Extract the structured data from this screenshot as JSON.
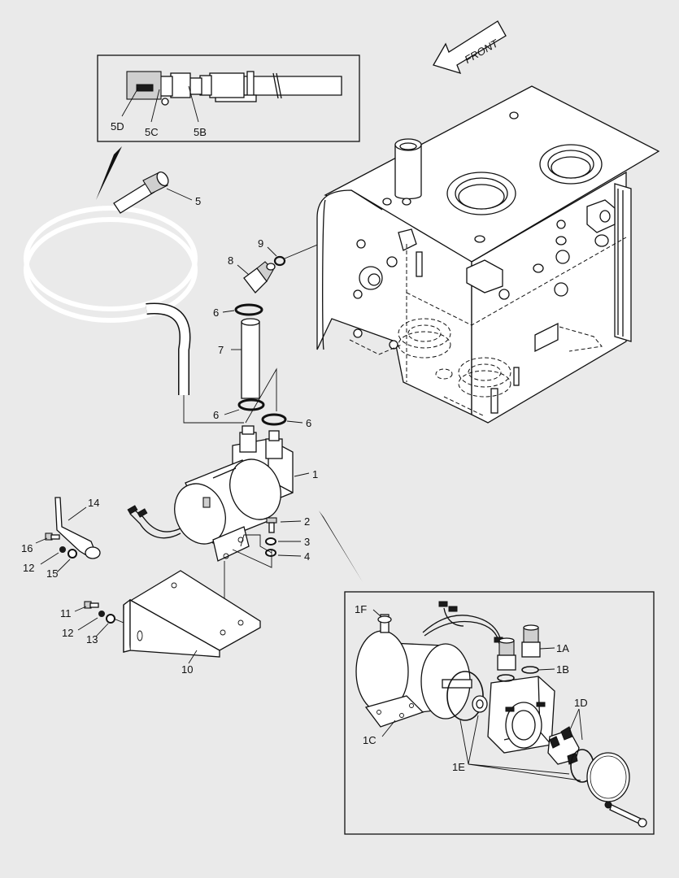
{
  "orientation": {
    "front_label": "FRONT"
  },
  "callouts": [
    {
      "id": "5D",
      "text": "5D"
    },
    {
      "id": "5C",
      "text": "5C"
    },
    {
      "id": "5B",
      "text": "5B"
    },
    {
      "id": "5",
      "text": "5"
    },
    {
      "id": "9",
      "text": "9"
    },
    {
      "id": "8",
      "text": "8"
    },
    {
      "id": "6a",
      "text": "6"
    },
    {
      "id": "7",
      "text": "7"
    },
    {
      "id": "6b",
      "text": "6"
    },
    {
      "id": "6c",
      "text": "6"
    },
    {
      "id": "1",
      "text": "1"
    },
    {
      "id": "14",
      "text": "14"
    },
    {
      "id": "16",
      "text": "16"
    },
    {
      "id": "12a",
      "text": "12"
    },
    {
      "id": "15",
      "text": "15"
    },
    {
      "id": "2",
      "text": "2"
    },
    {
      "id": "3",
      "text": "3"
    },
    {
      "id": "4",
      "text": "4"
    },
    {
      "id": "11",
      "text": "11"
    },
    {
      "id": "12b",
      "text": "12"
    },
    {
      "id": "13",
      "text": "13"
    },
    {
      "id": "10",
      "text": "10"
    },
    {
      "id": "1F",
      "text": "1F"
    },
    {
      "id": "1A",
      "text": "1A"
    },
    {
      "id": "1B",
      "text": "1B"
    },
    {
      "id": "1D",
      "text": "1D"
    },
    {
      "id": "1C",
      "text": "1C"
    },
    {
      "id": "1E",
      "text": "1E"
    }
  ]
}
